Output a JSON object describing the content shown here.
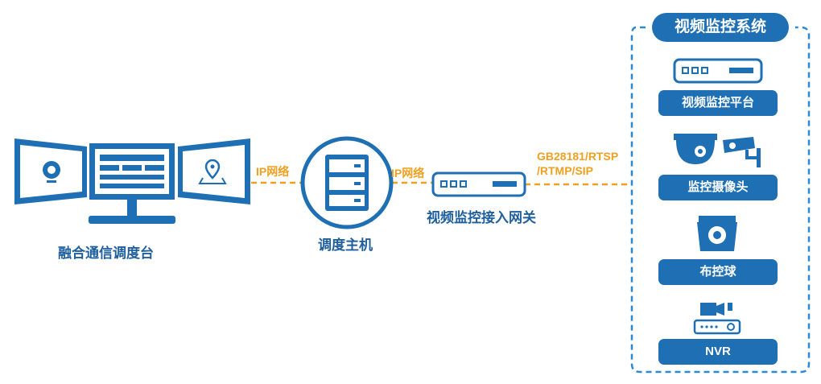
{
  "nodes": {
    "console_label": "融合通信调度台",
    "server_label": "调度主机",
    "gateway_label": "视频监控接入网关"
  },
  "links": {
    "console_server": "IP网络",
    "server_gateway": "IP网络",
    "protocol_line1": "GB28181/RTSP",
    "protocol_line2": "/RTMP/SIP"
  },
  "system": {
    "title": "视频监控系统",
    "items": [
      {
        "label": "视频监控平台",
        "icon": "platform-icon"
      },
      {
        "label": "监控摄像头",
        "icon": "camera-icon"
      },
      {
        "label": "布控球",
        "icon": "ptz-ball-icon"
      },
      {
        "label": "NVR",
        "icon": "nvr-icon"
      }
    ]
  },
  "colors": {
    "primary": "#1e6fb3",
    "light": "#e3f0fb",
    "accent": "#f0a020",
    "text": "#1f5f9e"
  }
}
